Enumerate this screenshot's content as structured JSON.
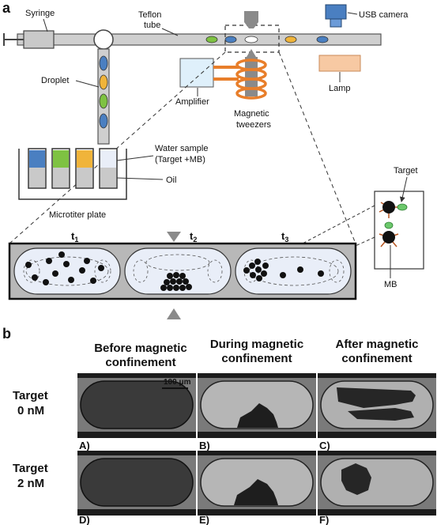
{
  "panel_a": {
    "letter": "a",
    "syringe": "Syringe",
    "teflon_1": "Teflon",
    "teflon_2": "tube",
    "usb_camera": "USB camera",
    "droplet": "Droplet",
    "amplifier": "Amplifier",
    "lamp": "Lamp",
    "tweezers_1": "Magnetic",
    "tweezers_2": "tweezers",
    "water_1": "Water sample",
    "water_2": "(Target +MB)",
    "oil": "Oil",
    "plate": "Microtiter plate",
    "target": "Target",
    "mb": "MB",
    "t1": "t",
    "t1_sub": "1",
    "t2": "t",
    "t2_sub": "2",
    "t3": "t",
    "t3_sub": "3"
  },
  "panel_b": {
    "letter": "b",
    "col1_1": "Before magnetic",
    "col1_2": "confinement",
    "col2_1": "During magnetic",
    "col2_2": "confinement",
    "col3_1": "After magnetic",
    "col3_2": "confinement",
    "row1_1": "Target",
    "row1_2": "0 nM",
    "row2_1": "Target",
    "row2_2": "2 nM",
    "scale": "100 μm",
    "lbl_A": "A)",
    "lbl_B": "B)",
    "lbl_C": "C)",
    "lbl_D": "D)",
    "lbl_E": "E)",
    "lbl_F": "F)"
  },
  "colors": {
    "blue": "#4a7fc1",
    "green": "#7ec242",
    "yellow": "#f0b43a",
    "orange": "#e87e2a",
    "lamp": "#f7c9a3",
    "amplifier": "#dff0fb",
    "tube": "#c8c8c8"
  }
}
